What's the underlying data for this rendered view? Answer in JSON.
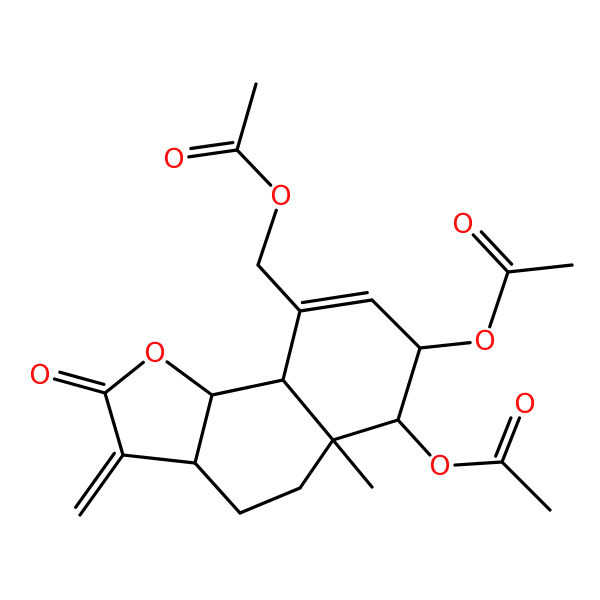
{
  "structure": {
    "colors": {
      "bond": "#000000",
      "oxygen": "#ff0d0d",
      "background": "#ffffff"
    },
    "heteroatom_labels": [
      {
        "id": "o1",
        "text": "O"
      },
      {
        "id": "o2",
        "text": "O"
      },
      {
        "id": "o3",
        "text": "O"
      },
      {
        "id": "o4",
        "text": "O"
      },
      {
        "id": "o5",
        "text": "O"
      },
      {
        "id": "o6",
        "text": "O"
      },
      {
        "id": "o7",
        "text": "O"
      },
      {
        "id": "o8",
        "text": "O"
      }
    ]
  }
}
